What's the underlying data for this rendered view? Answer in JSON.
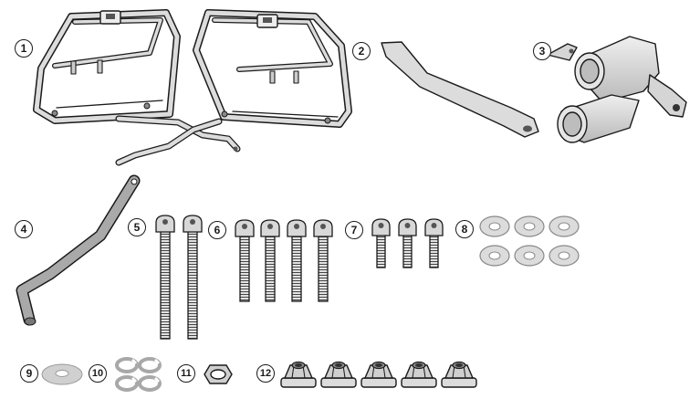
{
  "labels": [
    "1",
    "2",
    "3",
    "4",
    "5",
    "6",
    "7",
    "8",
    "9",
    "10",
    "11",
    "12"
  ],
  "colors": {
    "metal": "#d9d9d9",
    "metal_dark": "#a8a8a8",
    "outline": "#1a1a1a",
    "washer": "#dcdcdc",
    "background": "#ffffff"
  }
}
